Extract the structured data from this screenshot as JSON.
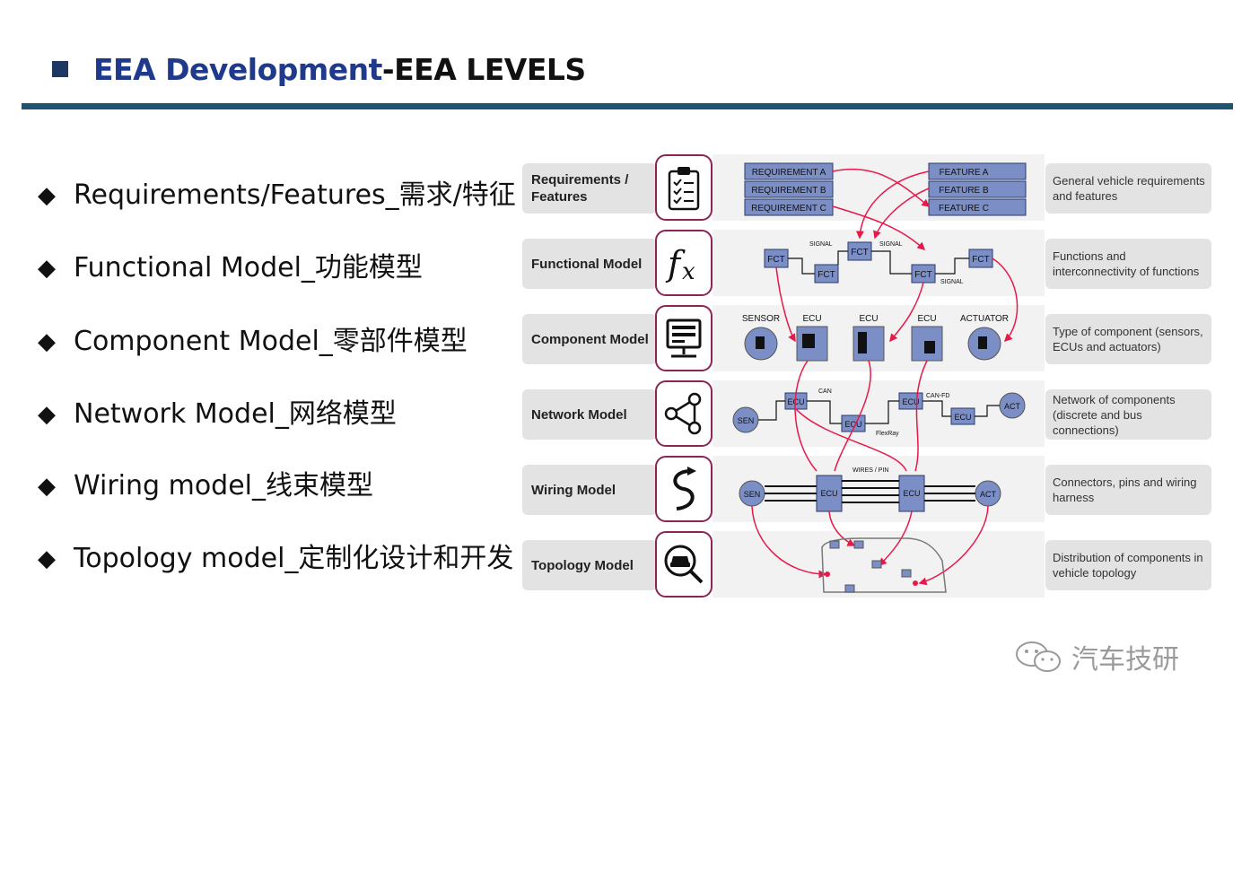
{
  "title": {
    "part1": "EEA Development",
    "part2": "-EEA LEVELS"
  },
  "bullets": [
    "Requirements/Features_需求/特征",
    "Functional Model_功能模型",
    "Component Model_零部件模型",
    "Network Model_网络模型",
    "Wiring model_线束模型",
    "Topology model_定制化设计和开发"
  ],
  "levels": [
    {
      "label": "Requirements / Features",
      "icon": "clipboard-checklist-icon",
      "desc": "General vehicle requirements and features"
    },
    {
      "label": "Functional Model",
      "icon": "function-fx-icon",
      "desc": "Functions and interconnectivity of functions"
    },
    {
      "label": "Component Model",
      "icon": "monitor-device-icon",
      "desc": "Type of component (sensors, ECUs and actuators)"
    },
    {
      "label": "Network Model",
      "icon": "network-nodes-icon",
      "desc": "Network of components (discrete and bus connections)"
    },
    {
      "label": "Wiring Model",
      "icon": "wire-cable-icon",
      "desc": "Connectors, pins and wiring harness"
    },
    {
      "label": "Topology Model",
      "icon": "car-magnifier-icon",
      "desc": "Distribution of components in vehicle topology"
    }
  ],
  "requirements": [
    "REQUIREMENT A",
    "REQUIREMENT B",
    "REQUIREMENT C"
  ],
  "features": [
    "FEATURE A",
    "FEATURE B",
    "FEATURE C"
  ],
  "functional": {
    "fct": "FCT",
    "signal": "SIGNAL"
  },
  "component": {
    "sensor": "SENSOR",
    "ecu": "ECU",
    "actuator": "ACTUATOR"
  },
  "network": {
    "sen": "SEN",
    "ecu": "ECU",
    "act": "ACT",
    "can": "CAN",
    "canfd": "CAN-FD",
    "flexray": "FlexRay"
  },
  "wiring": {
    "sen": "SEN",
    "ecu": "ECU",
    "act": "ACT",
    "wires": "WIRES / PIN"
  },
  "colors": {
    "accent": "#8a2556",
    "box": "#7b8fc6",
    "title_blue": "#1f3a8a",
    "rule": "#1f5470"
  },
  "watermark": {
    "text": "汽车技研",
    "icon": "wechat-logo-icon"
  }
}
